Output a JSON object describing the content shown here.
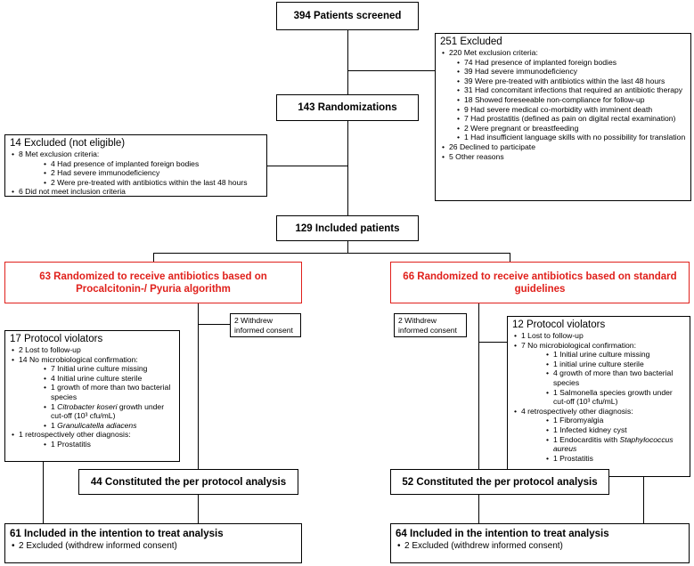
{
  "screened": {
    "label": "394 Patients screened"
  },
  "excluded_right": {
    "title": "251 Excluded",
    "criteria_header": "220 Met exclusion criteria:",
    "criteria": [
      "74 Had presence of implanted foreign bodies",
      "39 Had severe immunodeficiency",
      "39 Were pre-treated with antibiotics within the last 48 hours",
      "31 Had concomitant infections that required an antibiotic therapy",
      "18 Showed foreseeable non-compliance for follow-up",
      "9 Had severe medical co-morbidity with imminent death",
      "7 Had prostatitis (defined as pain on digital rectal examination)",
      "2 Were pregnant or breastfeeding",
      "1 Had insufficient language skills with no possibility for translation"
    ],
    "declined": "26 Declined to participate",
    "other": "5 Other reasons"
  },
  "randomizations": {
    "label": "143 Randomizations"
  },
  "excluded_left": {
    "title": "14 Excluded (not eligible)",
    "criteria_header": "8 Met exclusion criteria:",
    "criteria": [
      "4 Had presence of implanted foreign bodies",
      "2 Had severe immunodeficiency",
      "2 Were pre-treated with antibiotics within the last 48 hours"
    ],
    "not_inclusion": "6 Did not meet inclusion criteria"
  },
  "included": {
    "label": "129 Included patients"
  },
  "arm_left": {
    "label": "63 Randomized to receive antibiotics based on Procalcitonin-/ Pyuria algorithm"
  },
  "arm_right": {
    "label": "66 Randomized to receive antibiotics based on standard guidelines"
  },
  "withdrew_left": {
    "label": "2 Withdrew informed consent"
  },
  "withdrew_right": {
    "label": "2 Withdrew informed consent"
  },
  "violators_left": {
    "title": "17 Protocol violators",
    "lost": "2 Lost to follow-up",
    "micro_header": "14 No microbiological confirmation:",
    "micro": {
      "a": "7 Initial urine culture missing",
      "b": "4 Initial urine culture sterile",
      "c": "1 growth of more than two bacterial species",
      "d_pre": "1 ",
      "d_species": "Citrobacter koseri",
      "d_post": " growth under cut-off (10³ cfu/mL)",
      "e_pre": "1 ",
      "e_species": "Granulicatella adiacens"
    },
    "retro_header": "1 retrospectively other diagnosis:",
    "retro": [
      "1 Prostatitis"
    ]
  },
  "violators_right": {
    "title": "12 Protocol violators",
    "lost": "1 Lost to follow-up",
    "micro_header": "7 No microbiological confirmation:",
    "micro": [
      "1 Initial urine culture missing",
      "1 initial urine culture sterile",
      "4 growth of more than two bacterial species",
      "1 Salmonella species growth under cut-off (10³ cfu/mL)"
    ],
    "retro_header": "4 retrospectively other diagnosis:",
    "retro": {
      "a": "1 Fibromyalgia",
      "b": "1 Infected kidney cyst",
      "c_pre": "1 Endocarditis with ",
      "c_species": "Staphylococcus aureus",
      "d": "1 Prostatitis"
    }
  },
  "pp_left": {
    "label": "44 Constituted the per protocol analysis"
  },
  "pp_right": {
    "label": "52 Constituted the per protocol analysis"
  },
  "itt_left": {
    "title": "61 Included in the intention to treat analysis",
    "excluded": "2 Excluded (withdrew informed consent)"
  },
  "itt_right": {
    "title": "64 Included in the intention to treat analysis",
    "excluded": "2 Excluded (withdrew informed consent)"
  }
}
